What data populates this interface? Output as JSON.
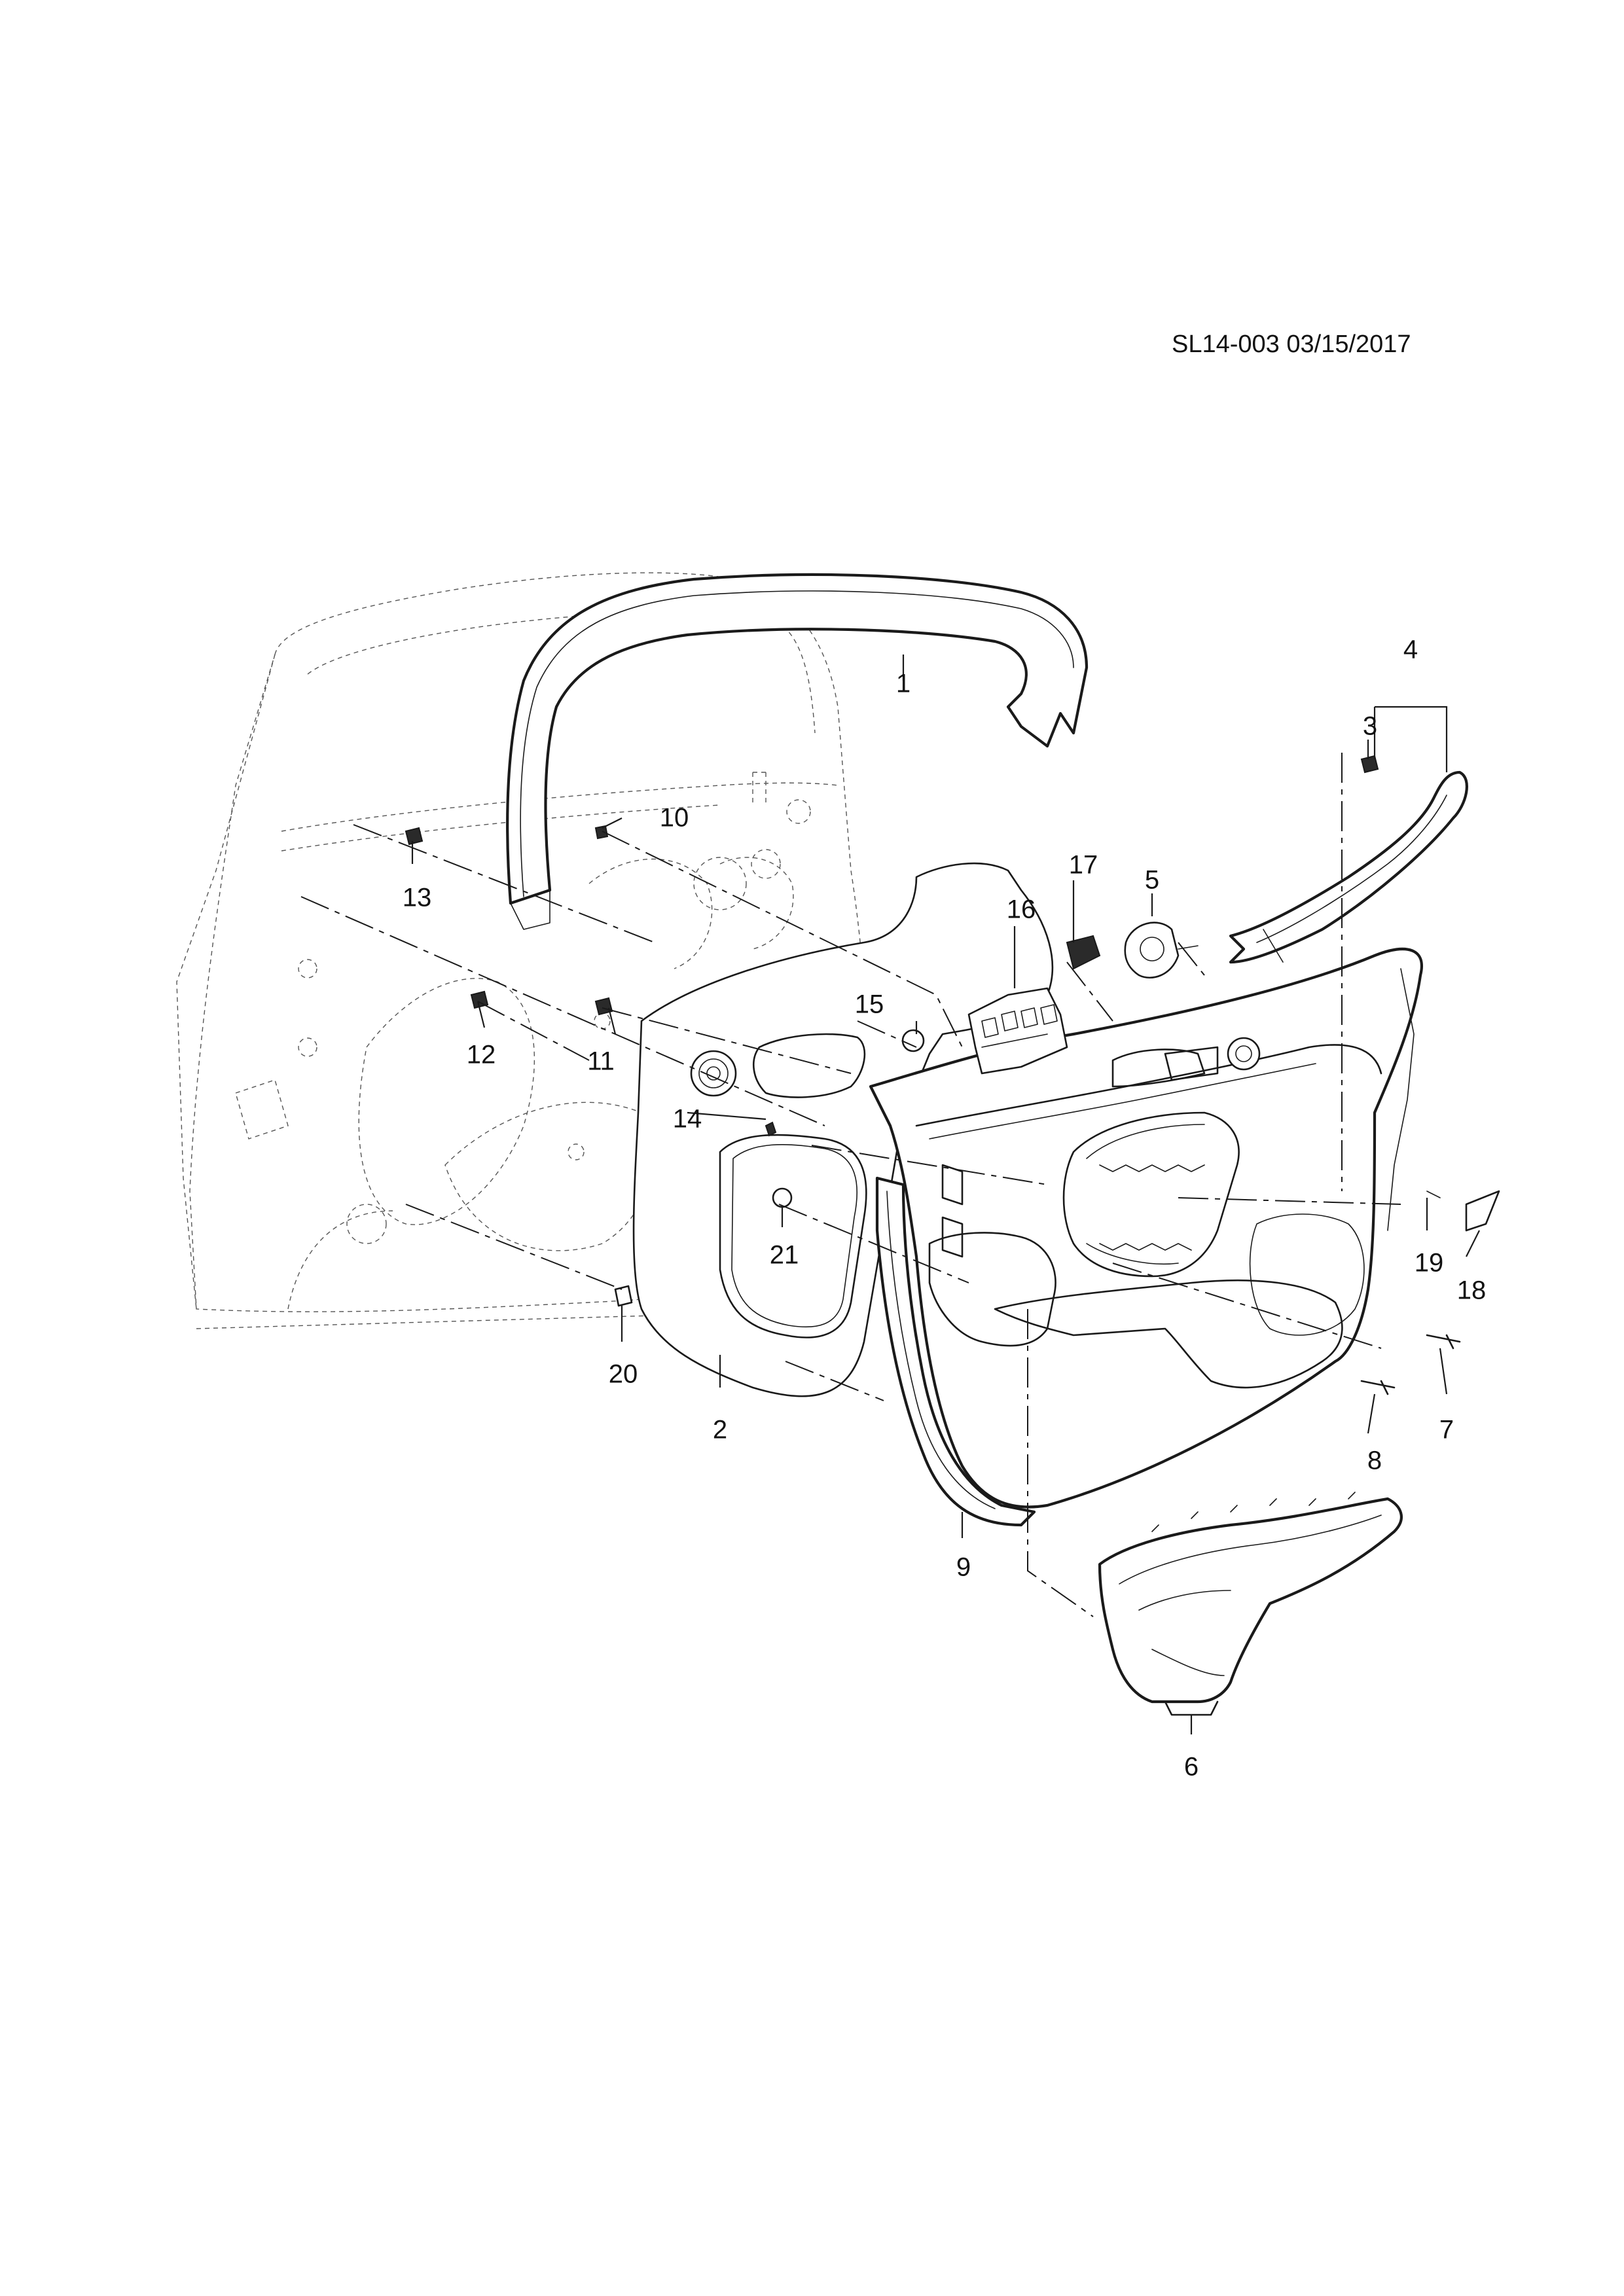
{
  "sheet_reference": "SL14-003 03/15/2017",
  "callouts": [
    "1",
    "2",
    "3",
    "4",
    "5",
    "6",
    "7",
    "8",
    "9",
    "10",
    "11",
    "12",
    "13",
    "14",
    "15",
    "16",
    "17",
    "18",
    "19",
    "20",
    "21"
  ]
}
